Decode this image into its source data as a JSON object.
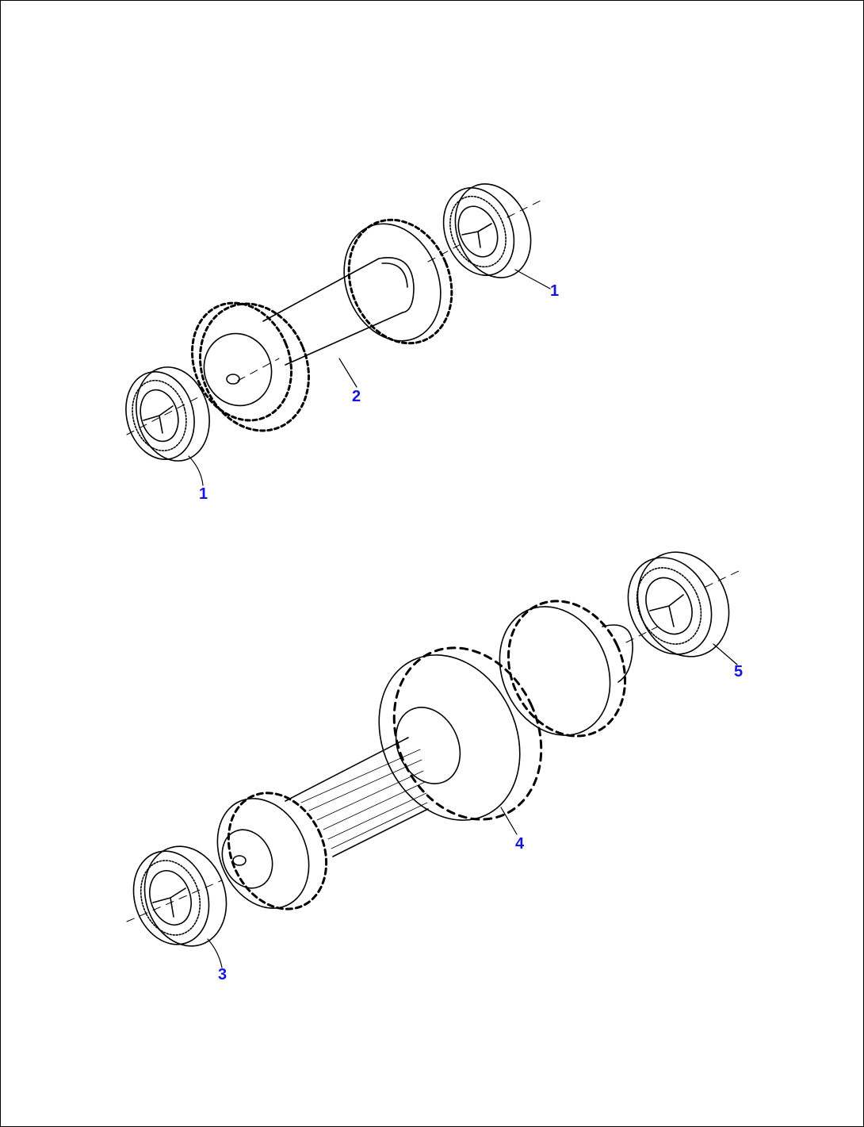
{
  "diagram": {
    "callout_color": "#1414e6",
    "line_color": "#000000",
    "callouts": {
      "upper_bearing_right": "1",
      "upper_bearing_left": "1",
      "upper_gear_shaft": "2",
      "lower_bearing_left": "3",
      "lower_gear_shaft": "4",
      "lower_bearing_right": "5"
    }
  }
}
